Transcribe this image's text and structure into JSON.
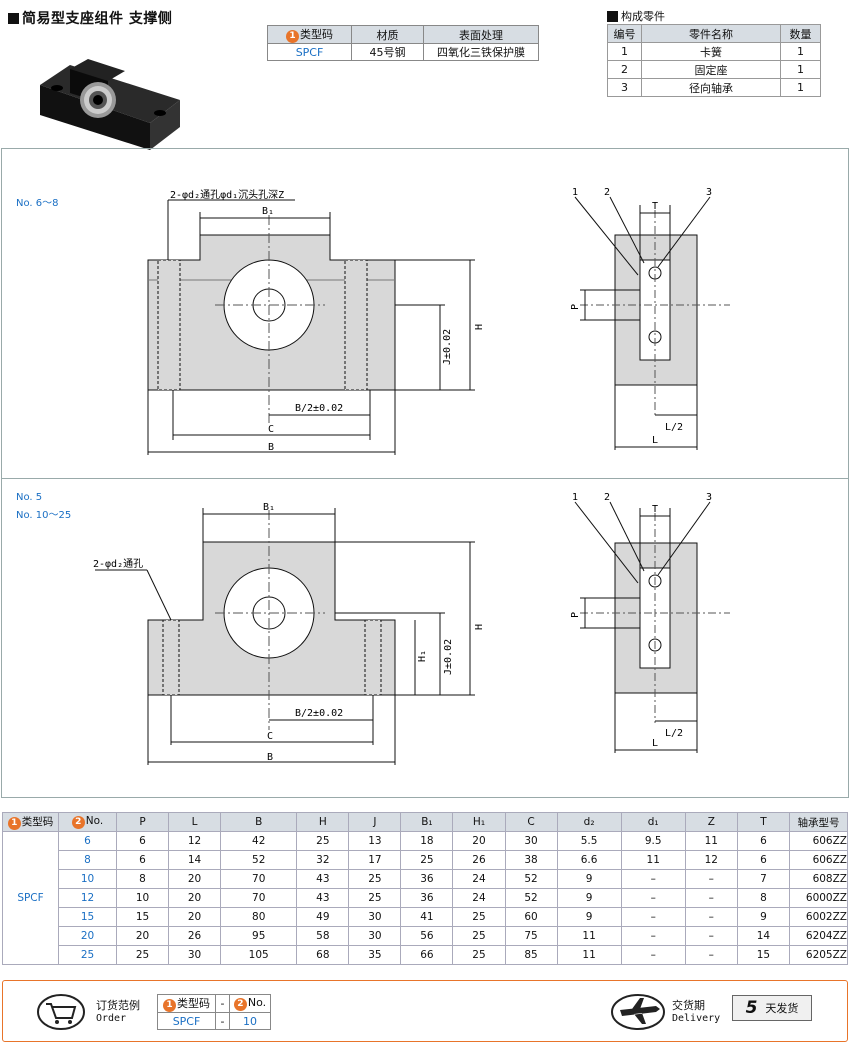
{
  "title": "简易型支座组件 支撑侧",
  "spec_table": {
    "headers": [
      "类型码",
      "材质",
      "表面处理"
    ],
    "row": [
      "SPCF",
      "45号钢",
      "四氧化三铁保护膜"
    ]
  },
  "parts": {
    "title": "构成零件",
    "headers": [
      "编号",
      "零件名称",
      "数量"
    ],
    "rows": [
      [
        "1",
        "卡簧",
        "1"
      ],
      [
        "2",
        "固定座",
        "1"
      ],
      [
        "3",
        "径向轴承",
        "1"
      ]
    ]
  },
  "drawing_top": {
    "label": "No. 6～8",
    "hole_note": "2-φd₂通孔φd₁沉头孔深Z",
    "dims": {
      "b1": "B₁",
      "h": "H",
      "j": "J±0.02",
      "half_b": "B/2±0.02",
      "c": "C",
      "b": "B",
      "p": "P",
      "t": "T",
      "l": "L",
      "half_l": "L/2",
      "n1": "1",
      "n2": "2",
      "n3": "3"
    }
  },
  "drawing_bottom": {
    "label1": "No. 5",
    "label2": "No. 10～25",
    "hole_note": "2-φd₂通孔",
    "dims": {
      "b1": "B₁",
      "h": "H",
      "h1": "H₁",
      "j": "J±0.02",
      "half_b": "B/2±0.02",
      "c": "C",
      "b": "B",
      "p": "P",
      "t": "T",
      "l": "L",
      "half_l": "L/2",
      "n1": "1",
      "n2": "2",
      "n3": "3"
    }
  },
  "main_table": {
    "headers": [
      "类型码",
      "No.",
      "P",
      "L",
      "B",
      "H",
      "J",
      "B₁",
      "H₁",
      "C",
      "d₂",
      "d₁",
      "Z",
      "T",
      "轴承型号"
    ],
    "type_code": "SPCF",
    "rows": [
      [
        "6",
        "6",
        "12",
        "42",
        "25",
        "13",
        "18",
        "20",
        "30",
        "5.5",
        "9.5",
        "11",
        "6",
        "606ZZ"
      ],
      [
        "8",
        "6",
        "14",
        "52",
        "32",
        "17",
        "25",
        "26",
        "38",
        "6.6",
        "11",
        "12",
        "6",
        "606ZZ"
      ],
      [
        "10",
        "8",
        "20",
        "70",
        "43",
        "25",
        "36",
        "24",
        "52",
        "9",
        "–",
        "–",
        "7",
        "608ZZ"
      ],
      [
        "12",
        "10",
        "20",
        "70",
        "43",
        "25",
        "36",
        "24",
        "52",
        "9",
        "–",
        "–",
        "8",
        "6000ZZ"
      ],
      [
        "15",
        "15",
        "20",
        "80",
        "49",
        "30",
        "41",
        "25",
        "60",
        "9",
        "–",
        "–",
        "9",
        "6002ZZ"
      ],
      [
        "20",
        "20",
        "26",
        "95",
        "58",
        "30",
        "56",
        "25",
        "75",
        "11",
        "–",
        "–",
        "14",
        "6204ZZ"
      ],
      [
        "25",
        "25",
        "30",
        "105",
        "68",
        "35",
        "66",
        "25",
        "85",
        "11",
        "–",
        "–",
        "15",
        "6205ZZ"
      ]
    ]
  },
  "order": {
    "label_cn": "订货范例",
    "label_en": "Order",
    "headers": [
      "类型码",
      "-",
      "No."
    ],
    "values": [
      "SPCF",
      "-",
      "10"
    ],
    "delivery_cn": "交货期",
    "delivery_en": "Delivery",
    "days": "5",
    "days_label": "天发货"
  },
  "colors": {
    "accent": "#e8742a",
    "blue": "#1a6fc4",
    "header_bg": "#d7dde3",
    "part_fill": "#d8d8d8"
  }
}
